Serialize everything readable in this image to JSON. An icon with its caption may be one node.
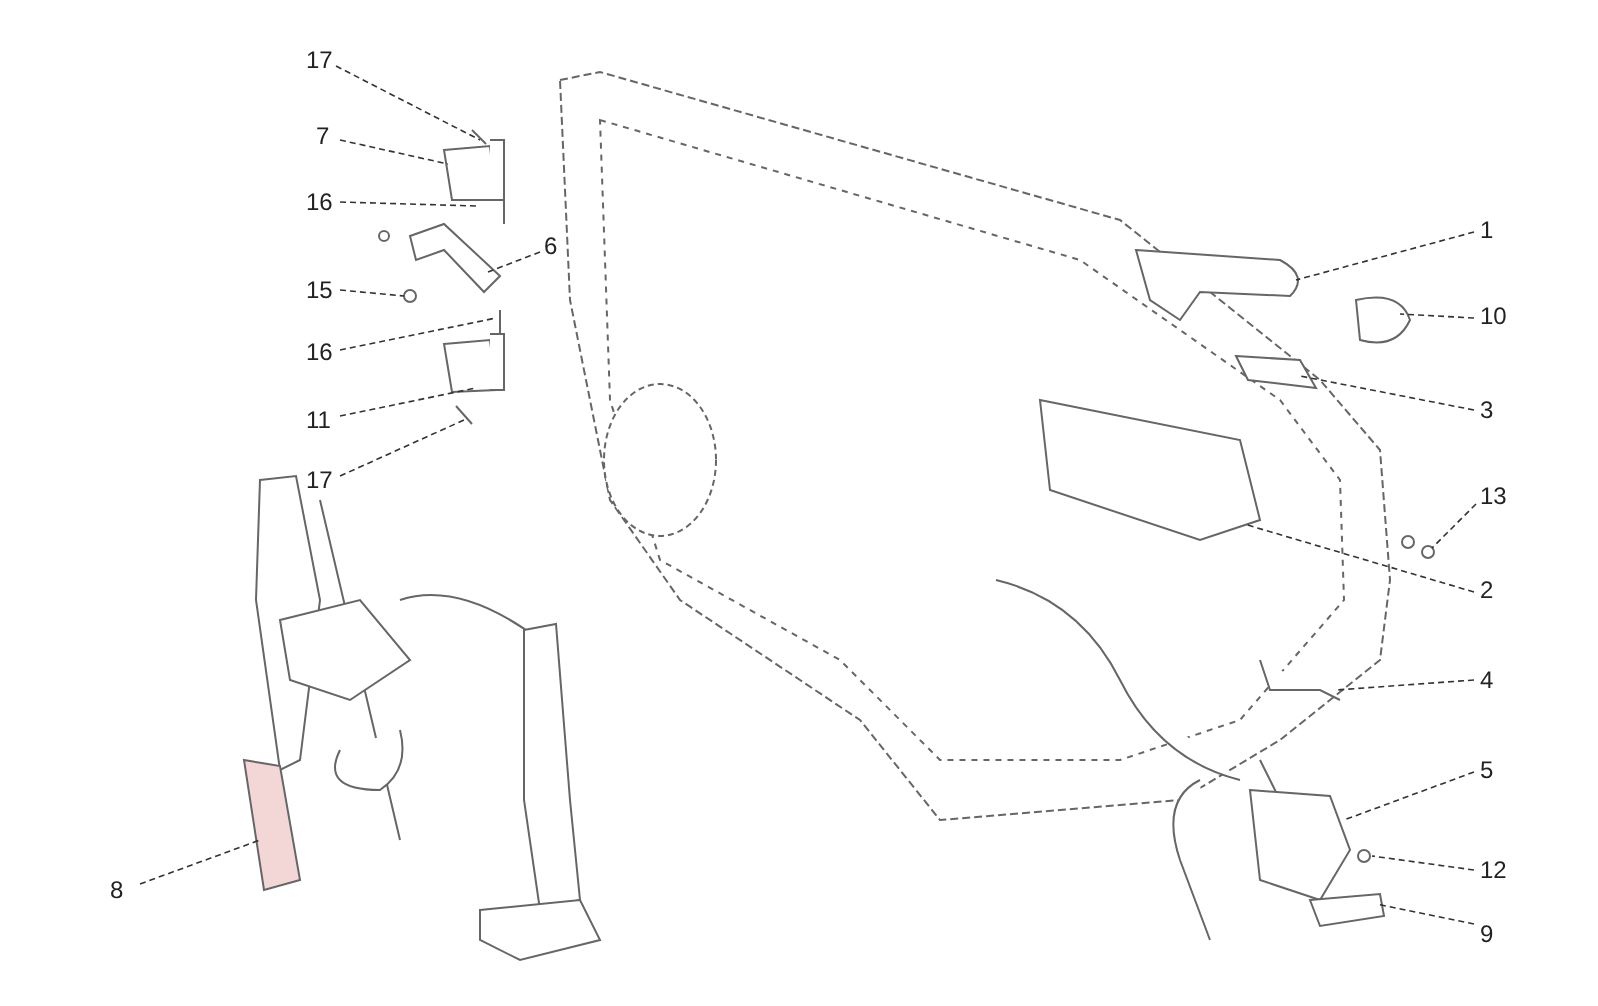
{
  "diagram": {
    "nodes": [
      {
        "text": [
          "17"
        ]
      },
      {
        "text": [
          "7"
        ]
      },
      {
        "text": [
          "16"
        ]
      },
      {
        "text": [
          "1"
        ]
      },
      {
        "text": [
          "6"
        ]
      },
      {
        "text": [
          "15"
        ]
      },
      {
        "text": [
          "10"
        ]
      },
      {
        "text": [
          "16"
        ]
      },
      {
        "text": [
          "3"
        ]
      },
      {
        "text": [
          "11"
        ]
      },
      {
        "text": [
          "17"
        ]
      },
      {
        "text": [
          "13"
        ]
      },
      {
        "text": [
          "2"
        ]
      },
      {
        "text": [
          "4"
        ]
      },
      {
        "text": [
          "5"
        ]
      },
      {
        "text": [
          "12"
        ]
      },
      {
        "text": [
          "8"
        ]
      },
      {
        "text": [
          "9"
        ]
      }
    ],
    "edges": [
      {
        "from": 0,
        "to": null,
        "arrow": "none"
      },
      {
        "from": 1,
        "to": null,
        "arrow": "none"
      },
      {
        "from": 2,
        "to": null,
        "arrow": "none"
      },
      {
        "from": 3,
        "to": null,
        "arrow": "none"
      },
      {
        "from": 4,
        "to": null,
        "arrow": "none"
      },
      {
        "from": 5,
        "to": null,
        "arrow": "none"
      },
      {
        "from": 6,
        "to": null,
        "arrow": "none"
      },
      {
        "from": 7,
        "to": null,
        "arrow": "none"
      },
      {
        "from": 8,
        "to": null,
        "arrow": "none"
      },
      {
        "from": 9,
        "to": null,
        "arrow": "none"
      },
      {
        "from": 10,
        "to": null,
        "arrow": "none"
      },
      {
        "from": 11,
        "to": null,
        "arrow": "none"
      },
      {
        "from": 12,
        "to": null,
        "arrow": "none"
      },
      {
        "from": 13,
        "to": null,
        "arrow": "none"
      },
      {
        "from": 14,
        "to": null,
        "arrow": "none"
      },
      {
        "from": 15,
        "to": null,
        "arrow": "none"
      },
      {
        "from": 16,
        "to": null,
        "arrow": "none"
      },
      {
        "from": 17,
        "to": null,
        "arrow": "none"
      }
    ]
  }
}
